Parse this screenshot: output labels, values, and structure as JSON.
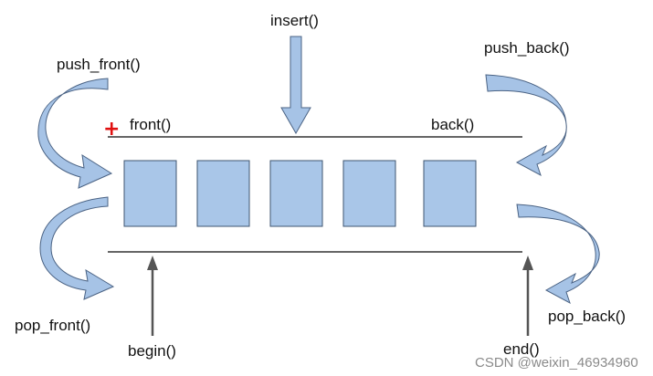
{
  "labels": {
    "insert": "insert()",
    "push_front": "push_front()",
    "push_back": "push_back()",
    "front": "front()",
    "back": "back()",
    "pop_front": "pop_front()",
    "pop_back": "pop_back()",
    "begin": "begin()",
    "end": "end()"
  },
  "marker": "+",
  "watermark": "CSDN @weixin_46934960",
  "colors": {
    "box_fill": "#a9c6e8",
    "box_stroke": "#3f5570",
    "arrow_fill": "#a6c3e6",
    "arrow_stroke": "#4b6384",
    "line": "#333333",
    "marker": "#e01010"
  },
  "icons": {
    "marker": "red-plus-cursor",
    "arrows": "curved-block-arrow"
  }
}
